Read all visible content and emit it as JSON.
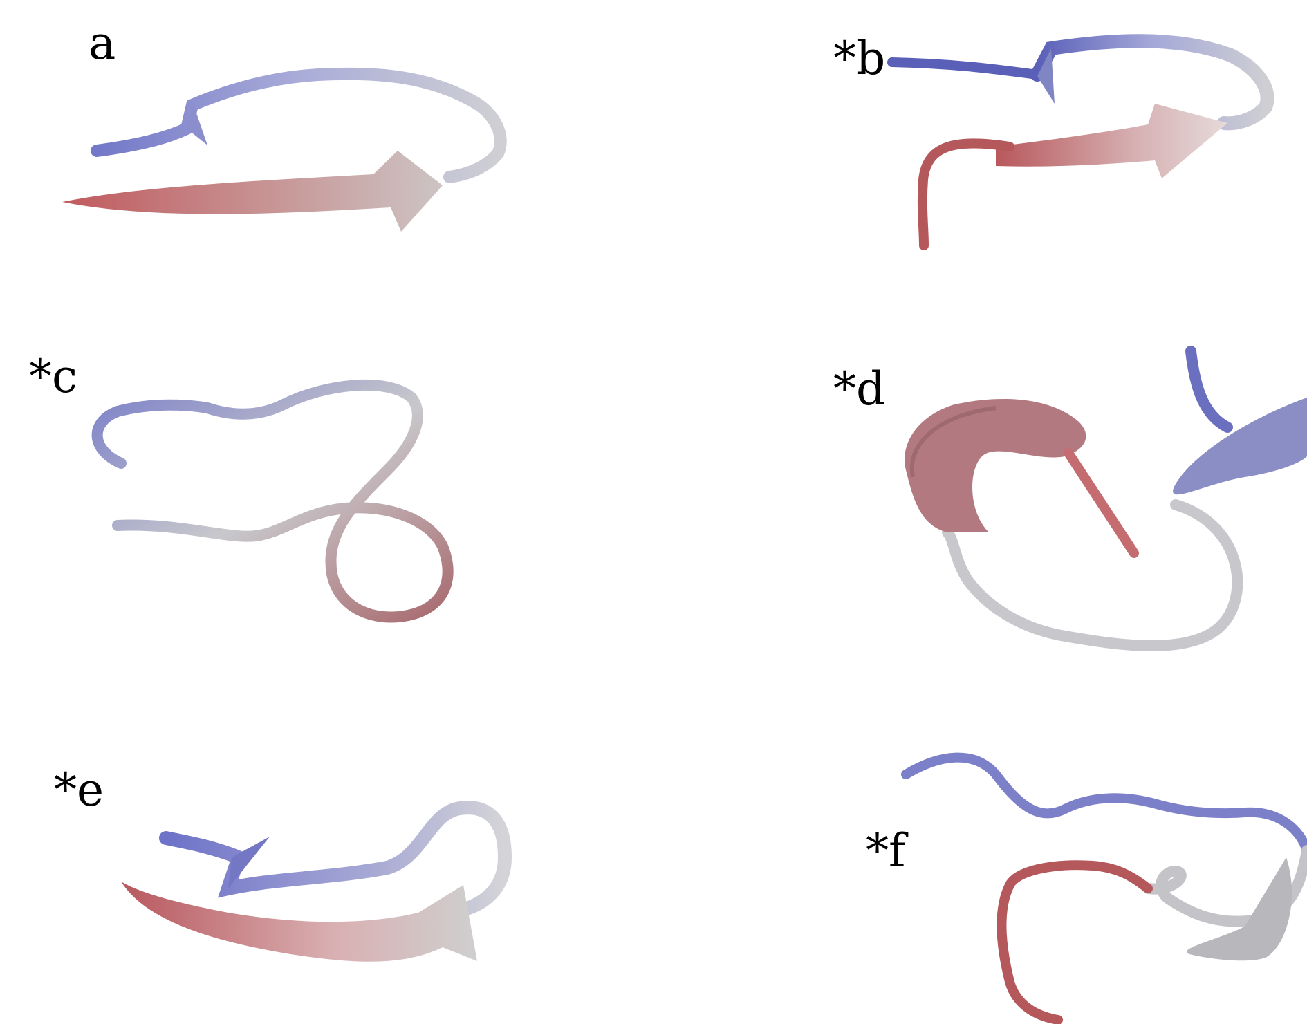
{
  "panels": [
    {
      "label": "a",
      "structure": "beta-hairpin"
    },
    {
      "label": "*b",
      "structure": "beta-hairpin with coil tail"
    },
    {
      "label": "*c",
      "structure": "random coil loop"
    },
    {
      "label": "*d",
      "structure": "helical turns and coil"
    },
    {
      "label": "*e",
      "structure": "beta-hairpin"
    },
    {
      "label": "*f",
      "structure": "coil with helical turn"
    }
  ],
  "colors": {
    "n_terminus": "#7b80c8",
    "middle": "#c8c8cc",
    "c_terminus": "#c0686c",
    "background": "#ffffff"
  }
}
